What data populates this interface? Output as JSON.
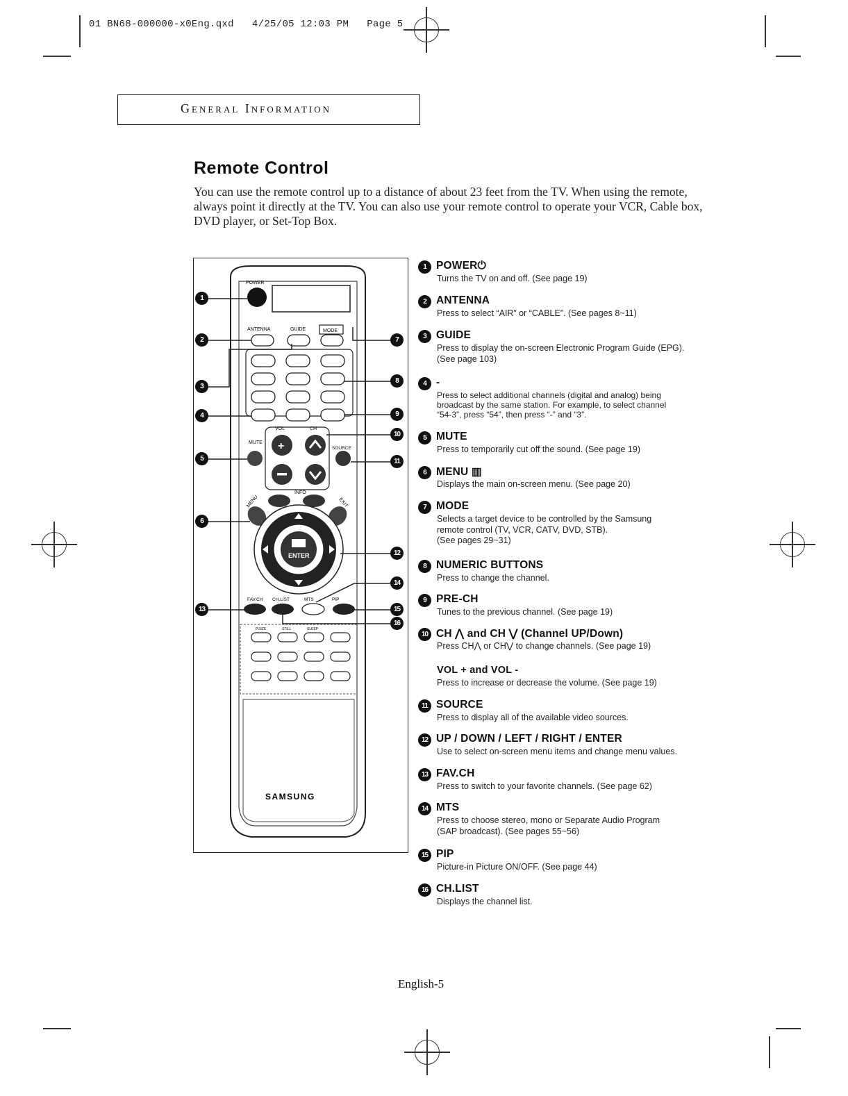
{
  "slug": "01 BN68-000000-x0Eng.qxd   4/25/05 12:03 PM   Page 5",
  "section_title": "General Information",
  "heading": "Remote Control",
  "intro": "You can use the remote control up to a distance of about 23 feet from the TV. When using the remote, always point it directly at the TV. You can also use your remote control to operate your VCR, Cable box, DVD player, or Set-Top Box.",
  "remote": {
    "brand": "SAMSUNG",
    "labels": {
      "power": "POWER",
      "antenna": "ANTENNA",
      "guide": "GUIDE",
      "mode": "MODE",
      "vol": "VOL",
      "ch": "CH",
      "mute": "MUTE",
      "source": "SOURCE",
      "menu": "MENU",
      "info": "INFO",
      "exit": "EXIT",
      "enter": "ENTER",
      "favch": "FAV.CH",
      "chlist": "CH.LIST",
      "mts": "MTS",
      "pip": "PIP",
      "pmode": "P.SIZE",
      "still": "STILL",
      "sleep": "SLEEP"
    },
    "callouts": [
      "1",
      "2",
      "3",
      "4",
      "5",
      "6",
      "7",
      "8",
      "9",
      "10",
      "11",
      "12",
      "13",
      "14",
      "15",
      "16"
    ]
  },
  "items": [
    {
      "num": "1",
      "title": "POWER⏻",
      "desc": "Turns the TV on and off. (See page 19)"
    },
    {
      "num": "2",
      "title": "ANTENNA",
      "desc": "Press to select “AIR” or “CABLE”. (See pages 8~11)"
    },
    {
      "num": "3",
      "title": "GUIDE",
      "desc": "Press to display the on-screen Electronic Program Guide (EPG).\n(See page 103)"
    },
    {
      "num": "4",
      "title": "-",
      "desc": "Press to select additional channels (digital and analog) being\nbroadcast by the same station. For example, to select channel\n“54-3”, press “54”, then press “-” and “3”."
    },
    {
      "num": "5",
      "title": "MUTE",
      "desc": "Press to temporarily cut off the sound. (See page 19)"
    },
    {
      "num": "6",
      "title": "MENU ▥",
      "desc": "Displays the main on-screen menu. (See page 20)"
    },
    {
      "num": "7",
      "title": "MODE",
      "desc": "Selects a target device to be controlled by the Samsung\nremote control (TV, VCR, CATV, DVD, STB).\n(See pages 29~31)"
    },
    {
      "num": "8",
      "title": "NUMERIC BUTTONS",
      "desc": "Press to change the channel."
    },
    {
      "num": "9",
      "title": "PRE-CH",
      "desc": "Tunes to the previous channel. (See page 19)"
    },
    {
      "num": "10",
      "title": "CH ⋀  and CH ⋁  (Channel UP/Down)",
      "desc": "Press CH⋀ or CH⋁ to change channels. (See page 19)",
      "subtitle": "VOL + and VOL -",
      "subdesc": "Press to increase or decrease the volume. (See page 19)"
    },
    {
      "num": "11",
      "title": "SOURCE",
      "desc": "Press to display all of the available video sources."
    },
    {
      "num": "12",
      "title": "UP / DOWN / LEFT / RIGHT / ENTER",
      "desc": "Use to select on-screen menu items and change menu values."
    },
    {
      "num": "13",
      "title": "FAV.CH",
      "desc": "Press to switch to your favorite channels. (See page 62)"
    },
    {
      "num": "14",
      "title": "MTS",
      "desc": "Press to choose stereo, mono or Separate Audio Program\n(SAP broadcast). (See pages 55~56)"
    },
    {
      "num": "15",
      "title": "PIP",
      "desc": "Picture-in Picture ON/OFF. (See page 44)"
    },
    {
      "num": "16",
      "title": "CH.LIST",
      "desc": "Displays the channel list."
    }
  ],
  "footer": "English-5"
}
